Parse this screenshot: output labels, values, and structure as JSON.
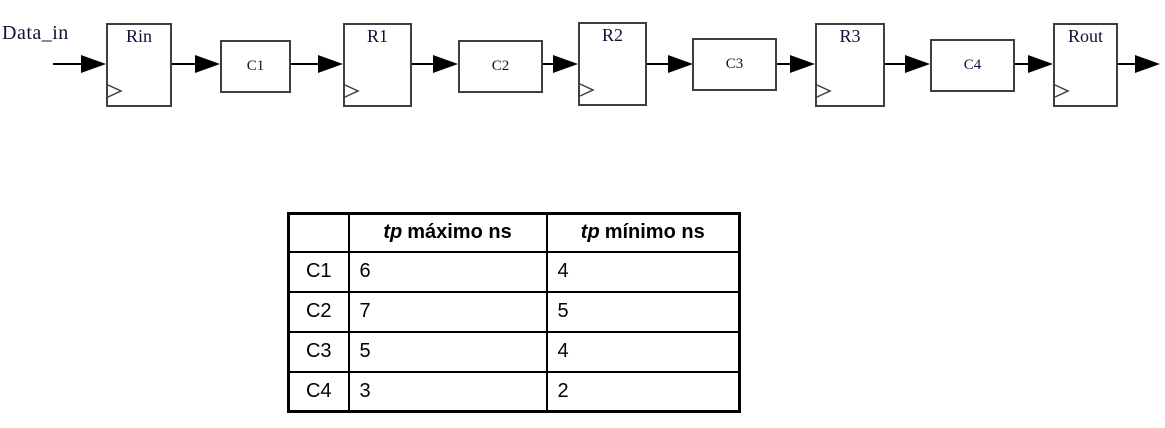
{
  "diagram": {
    "input_label": "Data_in",
    "registers": [
      {
        "label": "Rin"
      },
      {
        "label": "R1"
      },
      {
        "label": "R2"
      },
      {
        "label": "R3"
      },
      {
        "label": "Rout"
      }
    ],
    "blocks": [
      {
        "label": "C1"
      },
      {
        "label": "C2"
      },
      {
        "label": "C3"
      },
      {
        "label": "C4"
      }
    ]
  },
  "table": {
    "headers": [
      {
        "prefix": "",
        "rest": ""
      },
      {
        "prefix": "tp",
        "rest": "máximo ns"
      },
      {
        "prefix": "tp",
        "rest": "mínimo ns"
      }
    ],
    "rows": [
      {
        "name": "C1",
        "max": "6",
        "min": "4"
      },
      {
        "name": "C2",
        "max": "7",
        "min": "5"
      },
      {
        "name": "C3",
        "max": "5",
        "min": "4"
      },
      {
        "name": "C4",
        "max": "3",
        "min": "2"
      }
    ]
  }
}
